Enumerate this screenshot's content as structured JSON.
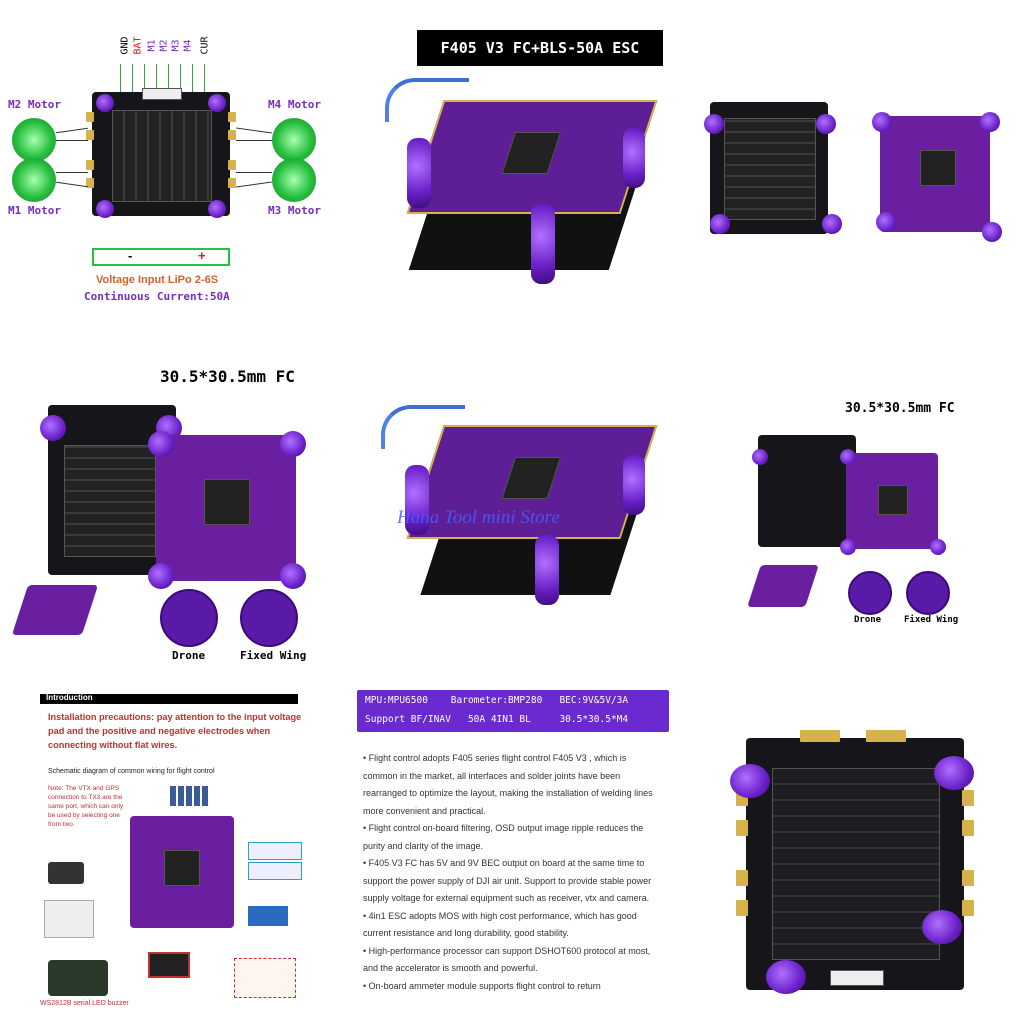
{
  "wiring_panel": {
    "pin_labels": [
      "GND",
      "BAT",
      "M1",
      "M2",
      "M3",
      "M4",
      "CUR"
    ],
    "motor_labels": {
      "m2": "M2 Motor",
      "m4": "M4 Motor",
      "m1": "M1 Motor",
      "m3": "M3 Motor"
    },
    "minus": "-",
    "plus": "+",
    "voltage_input": "Voltage Input LiPo 2-6S",
    "continuous_current": "Continuous Current:50A"
  },
  "stack_panel": {
    "title": "F405 V3 FC+BLS-50A ESC"
  },
  "size_panel": {
    "title": "30.5*30.5mm FC",
    "drone_label": "Drone",
    "fixed_wing_label": "Fixed Wing"
  },
  "watermark_panel": {
    "watermark": "Hana Tool mini Store"
  },
  "size_panel_small": {
    "title": "30.5*30.5mm FC",
    "drone_label": "Drone",
    "fixed_wing_label": "Fixed Wing"
  },
  "intro_panel": {
    "header": "Introduction",
    "precaution": "Installation precautions: pay attention to the input voltage pad and the positive and negative electrodes when connecting without flat wires.",
    "schematic_title": "Schematic diagram of common wiring for flight control",
    "note": "Note: The VTX and GPS connection to TX3 are the same port, which can only be used by selecting one from two.",
    "buzzer_label": "WS2812B serial LED buzzer"
  },
  "spec_panel": {
    "line1": "MPU:MPU6500    Barometer:BMP280   BEC:9V&5V/3A",
    "line2": "Support BF/INAV   50A 4IN1 BL     30.5*30.5*M4",
    "bullets": [
      "• Flight control adopts F405 series flight control F405 V3 , which is common in the market, all interfaces and solder joints have been rearranged to optimize the layout, making the installation of welding lines more convenient and practical.",
      "• Flight control on-board filtering, OSD output image ripple reduces the purity and clarity of the image.",
      "• F405 V3 FC has 5V and 9V BEC output on board at the same time to support the power supply of DJI air unit. Support to provide stable power supply voltage for external equipment such as receiver, vtx and camera.",
      "• 4in1 ESC adopts MOS with high cost performance, which has good current resistance and long durability, good stability.",
      "• High-performance processor can support DSHOT600 protocol at most, and the accelerator is smooth and powerful.",
      "• On-board ammeter module supports flight control to return"
    ]
  },
  "colors": {
    "purple": "#6a1fa0",
    "green": "#28c040",
    "gold": "#d6b24a",
    "board": "#16161a"
  }
}
